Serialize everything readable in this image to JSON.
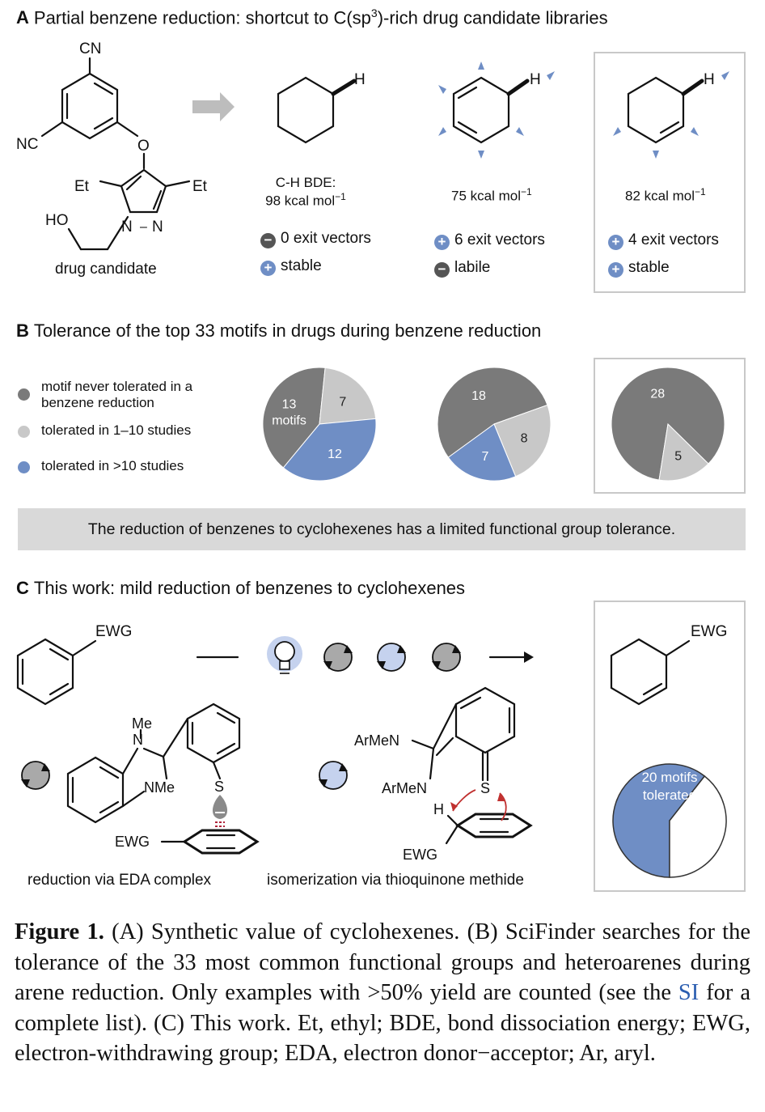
{
  "panel_a": {
    "letter": "A",
    "title": "Partial benzene reduction: shortcut to C(sp",
    "title_sup": "3",
    "title_end": ")-rich drug candidate libraries",
    "drug": {
      "cn_top": "CN",
      "nc_left": "NC",
      "o": "O",
      "et_left": "Et",
      "et_right": "Et",
      "ho": "HO",
      "n1": "N",
      "n2": "N",
      "label": "drug candidate"
    },
    "h_label": "H",
    "col1": {
      "bde_line1": "C-H BDE:",
      "bde_line2": "98 kcal mol",
      "sup": "−1",
      "feat1": "0 exit vectors",
      "feat2": "stable"
    },
    "col2": {
      "bde": "75 kcal mol",
      "sup": "−1",
      "feat1": "6 exit vectors",
      "feat2": "labile"
    },
    "col3": {
      "bde": "82 kcal mol",
      "sup": "−1",
      "feat1": "4 exit vectors",
      "feat2": "stable"
    },
    "plus": "+",
    "minus": "−"
  },
  "panel_b": {
    "letter": "B",
    "title": "Tolerance of the top 33 motifs in drugs during benzene reduction",
    "legend": [
      {
        "label": "motif never tolerated in a",
        "label2": "benzene reduction",
        "color": "#7a7a7a"
      },
      {
        "label": "tolerated in 1–10 studies",
        "color": "#c8c8c8"
      },
      {
        "label": "tolerated in >10 studies",
        "color": "#6f8ec5"
      }
    ],
    "pie1_label_extra": "motifs",
    "banner": "The reduction of benzenes to cyclohexenes has a limited functional group tolerance."
  },
  "chart_data": [
    {
      "type": "pie",
      "categories": [
        "motif never tolerated",
        "tolerated in 1–10 studies",
        "tolerated in >10 studies"
      ],
      "values": [
        13,
        7,
        12
      ]
    },
    {
      "type": "pie",
      "categories": [
        "motif never tolerated",
        "tolerated in 1–10 studies",
        "tolerated in >10 studies"
      ],
      "values": [
        18,
        8,
        7
      ]
    },
    {
      "type": "pie",
      "categories": [
        "motif never tolerated",
        "tolerated in 1–10 studies"
      ],
      "values": [
        28,
        5
      ]
    },
    {
      "type": "pie",
      "categories": [
        "tolerated"
      ],
      "values": [
        20,
        13
      ],
      "label_line1": "20 motifs",
      "label_line2": "tolerated"
    }
  ],
  "colors": {
    "dark_gray": "#7a7a7a",
    "light_gray": "#c8c8c8",
    "blue": "#6f8ec5",
    "light_blue": "#c5d2ee",
    "box_border": "#c8c8c8",
    "banner": "#d9d9d9",
    "si_link": "#2a5db0"
  },
  "panel_c": {
    "letter": "C",
    "title": "This work: mild reduction of benzenes to cyclohexenes",
    "ewg": "EWG",
    "me": "Me",
    "n": "N",
    "nme": "NMe",
    "s": "S",
    "arMeN1": "ArMeN",
    "arMeN2": "ArMeN",
    "h": "H",
    "minus": "−",
    "label_left": "reduction via EDA complex",
    "label_right": "isomerization via thioquinone methide",
    "icons": [
      "lightbulb-icon",
      "cycle-gray-icon",
      "cycle-blue-icon",
      "cycle-gray-icon",
      "arrow-right-icon"
    ]
  },
  "caption": {
    "fig_label": "Figure 1.",
    "text_before_si": " (A) Synthetic value of cyclohexenes. (B) SciFinder searches for the tolerance of the 33 most common functional groups and heteroarenes during arene reduction. Only examples with >50% yield are counted (see the ",
    "si": "SI",
    "text_after_si": " for a complete list). (C) This work. Et, ethyl; BDE, bond dissociation energy; EWG, electron-withdrawing group; EDA, electron donor−acceptor; Ar, aryl."
  }
}
